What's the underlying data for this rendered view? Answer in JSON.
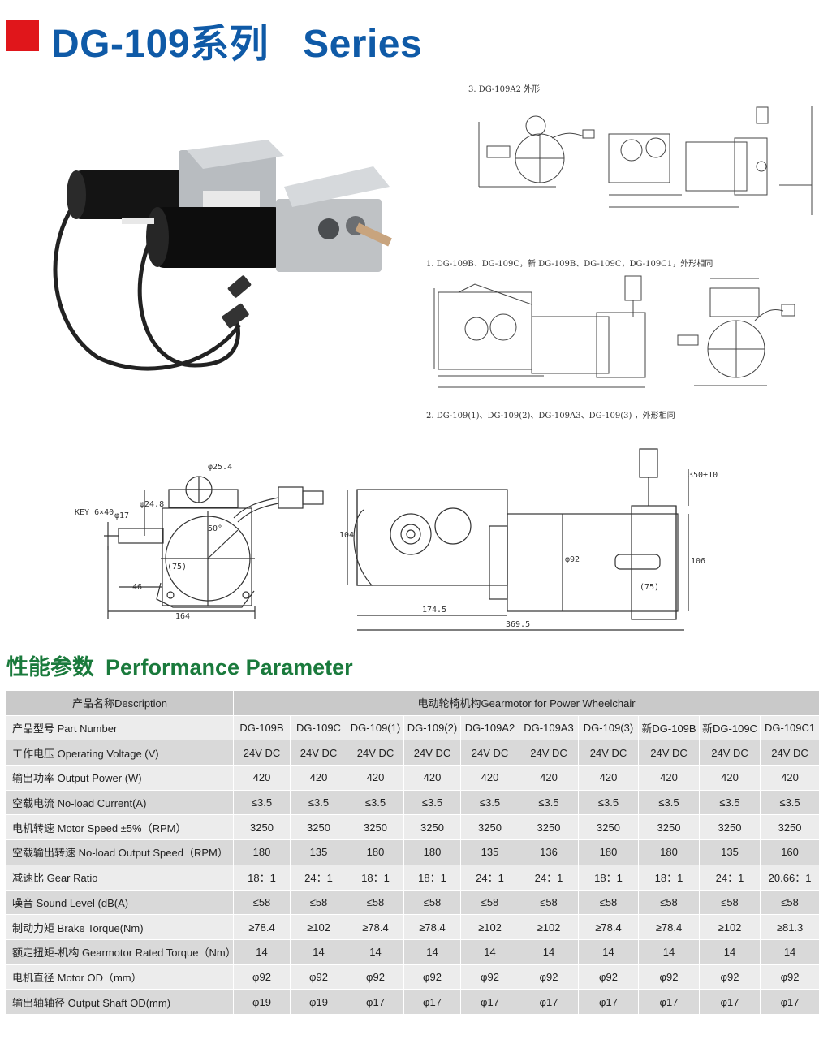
{
  "header": {
    "title_cn": "DG-109系列",
    "title_en": "Series"
  },
  "drawings": {
    "note_3": "3. DG-109A2 外形",
    "note_1": "1. DG-109B、DG-109C，新 DG-109B、DG-109C，DG-109C1，外形相同",
    "note_2": "2. DG-109(1)、DG-109(2)、DG-109A3、DG-109(3) ，外形相同",
    "dims_large": {
      "key": "KEY 6×40",
      "phi17": "φ17",
      "phi24_8": "φ24.8",
      "phi25_4": "φ25.4",
      "angle": "50°",
      "d75a": "(75)",
      "d46": "46",
      "d164": "164",
      "d104": "104",
      "d174_5": "174.5",
      "d369_5": "369.5",
      "phi92": "φ92",
      "d75b": "(75)",
      "d106": "106",
      "d350": "350±10"
    }
  },
  "section": {
    "title_cn": "性能参数",
    "title_en": "Performance Parameter"
  },
  "table": {
    "description_header": "产品名称Description",
    "group_header": "电动轮椅机构Gearmotor for Power Wheelchair",
    "rows": [
      {
        "label": "产品型号 Part Number",
        "values": [
          "DG-109B",
          "DG-109C",
          "DG-109(1)",
          "DG-109(2)",
          "DG-109A2",
          "DG-109A3",
          "DG-109(3)",
          "新DG-109B",
          "新DG-109C",
          "DG-109C1"
        ]
      },
      {
        "label": "工作电压 Operating Voltage (V)",
        "values": [
          "24V DC",
          "24V DC",
          "24V DC",
          "24V DC",
          "24V DC",
          "24V DC",
          "24V DC",
          "24V DC",
          "24V DC",
          "24V DC"
        ]
      },
      {
        "label": "输出功率 Output Power (W)",
        "values": [
          "420",
          "420",
          "420",
          "420",
          "420",
          "420",
          "420",
          "420",
          "420",
          "420"
        ]
      },
      {
        "label": "空载电流 No-load Current(A)",
        "values": [
          "≤3.5",
          "≤3.5",
          "≤3.5",
          "≤3.5",
          "≤3.5",
          "≤3.5",
          "≤3.5",
          "≤3.5",
          "≤3.5",
          "≤3.5"
        ]
      },
      {
        "label": "电机转速 Motor Speed ±5%（RPM）",
        "values": [
          "3250",
          "3250",
          "3250",
          "3250",
          "3250",
          "3250",
          "3250",
          "3250",
          "3250",
          "3250"
        ]
      },
      {
        "label": "空载输出转速 No-load Output Speed（RPM）",
        "values": [
          "180",
          "135",
          "180",
          "180",
          "135",
          "136",
          "180",
          "180",
          "135",
          "160"
        ]
      },
      {
        "label": "减速比 Gear Ratio",
        "values": [
          "18：1",
          "24：1",
          "18：1",
          "18：1",
          "24：1",
          "24：1",
          "18：1",
          "18：1",
          "24：1",
          "20.66：1"
        ]
      },
      {
        "label": "噪音 Sound Level (dB(A)",
        "values": [
          "≤58",
          "≤58",
          "≤58",
          "≤58",
          "≤58",
          "≤58",
          "≤58",
          "≤58",
          "≤58",
          "≤58"
        ]
      },
      {
        "label": "制动力矩 Brake Torque(Nm)",
        "values": [
          "≥78.4",
          "≥102",
          "≥78.4",
          "≥78.4",
          "≥102",
          "≥102",
          "≥78.4",
          "≥78.4",
          "≥102",
          "≥81.3"
        ]
      },
      {
        "label": "额定扭矩-机构 Gearmotor Rated Torque（Nm）",
        "values": [
          "14",
          "14",
          "14",
          "14",
          "14",
          "14",
          "14",
          "14",
          "14",
          "14"
        ]
      },
      {
        "label": "电机直径 Motor OD（mm）",
        "values": [
          "φ92",
          "φ92",
          "φ92",
          "φ92",
          "φ92",
          "φ92",
          "φ92",
          "φ92",
          "φ92",
          "φ92"
        ]
      },
      {
        "label": "输出轴轴径 Output Shaft OD(mm)",
        "values": [
          "φ19",
          "φ19",
          "φ17",
          "φ17",
          "φ17",
          "φ17",
          "φ17",
          "φ17",
          "φ17",
          "φ17"
        ]
      }
    ]
  }
}
